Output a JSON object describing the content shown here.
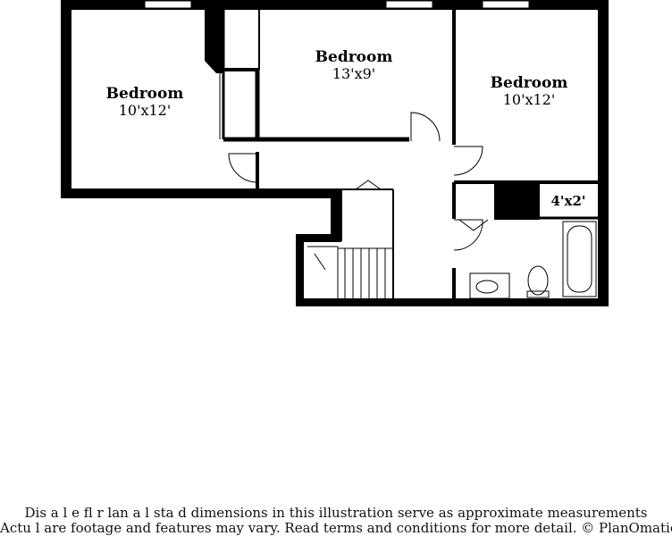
{
  "rooms": [
    {
      "name": "Bedroom",
      "dimensions": "10'x12'"
    },
    {
      "name": "Bedroom",
      "dimensions": "13'x9'"
    },
    {
      "name": "Bedroom",
      "dimensions": "10'x12'"
    }
  ],
  "closet": {
    "dimensions": "4'x2'"
  },
  "disclaimer": {
    "line1": "Dis a     l  e fl  r  lan a  l sta  d dimensions in this illustration serve as approximate measurements",
    "line2": "Actu l    are footage and features may vary. Read terms and conditions for more detail. © PlanOmatic"
  }
}
